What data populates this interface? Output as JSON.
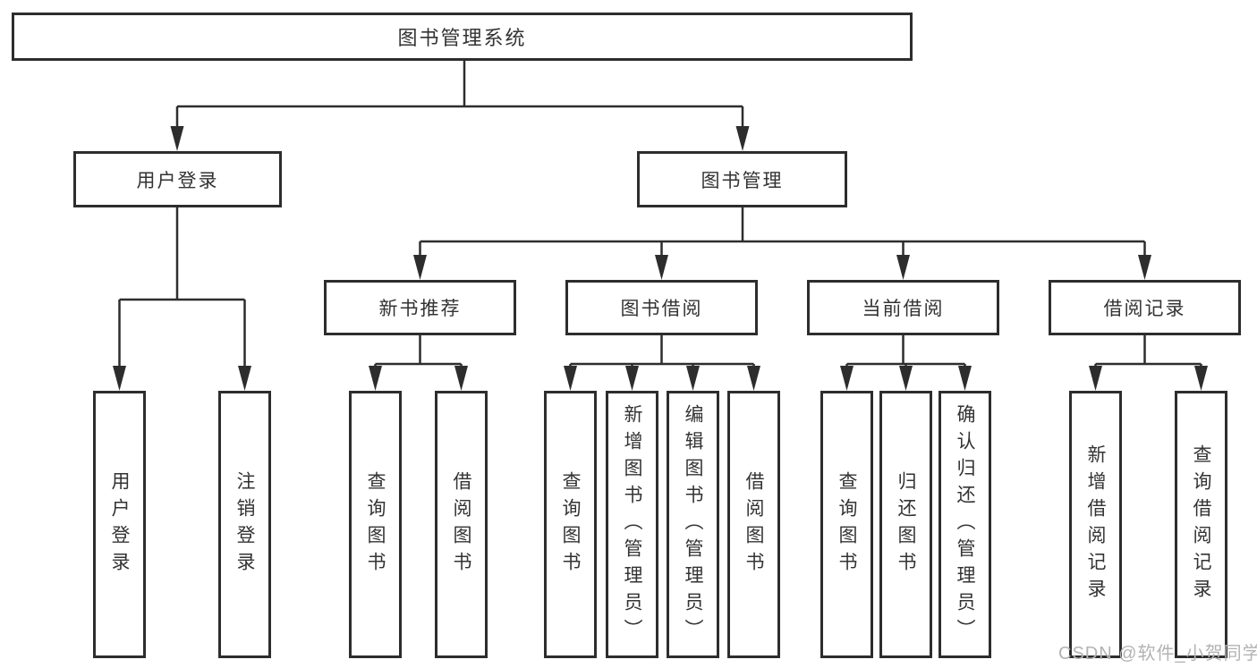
{
  "diagram": {
    "root": {
      "label": "图书管理系统"
    },
    "level2": [
      {
        "id": "user-login",
        "label": "用户登录"
      },
      {
        "id": "book-management",
        "label": "图书管理"
      }
    ],
    "level3": [
      {
        "id": "new-book-recommend",
        "label": "新书推荐",
        "parent": "图书管理"
      },
      {
        "id": "book-borrow",
        "label": "图书借阅",
        "parent": "图书管理"
      },
      {
        "id": "current-borrow",
        "label": "当前借阅",
        "parent": "图书管理"
      },
      {
        "id": "borrow-record",
        "label": "借阅记录",
        "parent": "图书管理"
      }
    ],
    "leaves": [
      {
        "label": "用户登录",
        "parent": "用户登录"
      },
      {
        "label": "注销登录",
        "parent": "用户登录"
      },
      {
        "label": "查询图书",
        "parent": "新书推荐"
      },
      {
        "label": "借阅图书",
        "parent": "新书推荐"
      },
      {
        "label": "查询图书",
        "parent": "图书借阅"
      },
      {
        "label": "新增图书（管理员）",
        "parent": "图书借阅"
      },
      {
        "label": "编辑图书（管理员）",
        "parent": "图书借阅"
      },
      {
        "label": "借阅图书",
        "parent": "图书借阅"
      },
      {
        "label": "查询图书",
        "parent": "当前借阅"
      },
      {
        "label": "归还图书",
        "parent": "当前借阅"
      },
      {
        "label": "确认归还（管理员）",
        "parent": "当前借阅"
      },
      {
        "label": "新增借阅记录",
        "parent": "借阅记录"
      },
      {
        "label": "查询借阅记录",
        "parent": "借阅记录"
      }
    ],
    "colors": {
      "line": "#2d2d2d",
      "text": "#333333",
      "background": "#ffffff"
    }
  },
  "watermark": {
    "text": "CSDN @软件_小贺同学",
    "color": "#b3b3b3"
  }
}
